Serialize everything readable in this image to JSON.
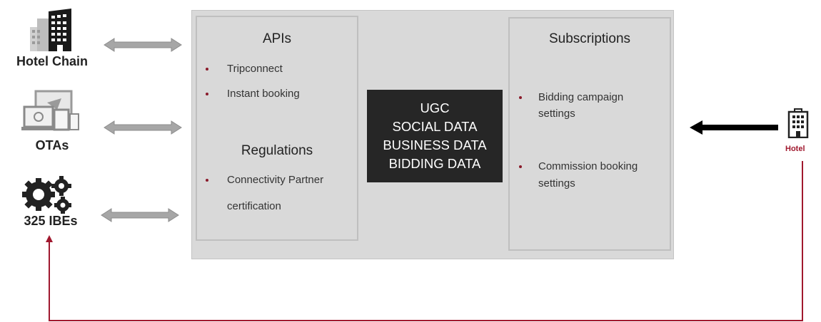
{
  "left_entities": [
    {
      "label": "Hotel Chain",
      "icon": "building-icon"
    },
    {
      "label": "OTAs",
      "icon": "devices-icon"
    },
    {
      "label": "325 IBEs",
      "icon": "gears-icon"
    }
  ],
  "apis": {
    "heading": "APIs",
    "items": [
      "Tripconnect",
      "Instant booking"
    ]
  },
  "regulations": {
    "heading": "Regulations",
    "items": [
      "Connectivity Partner",
      "certification"
    ]
  },
  "core": {
    "lines": [
      "UGC",
      "SOCIAL DATA",
      "BUSINESS DATA",
      "BIDDING DATA"
    ]
  },
  "subscriptions": {
    "heading": "Subscriptions",
    "items": [
      [
        "Bidding campaign",
        "settings"
      ],
      [
        "Commission booking",
        "settings"
      ]
    ]
  },
  "hotel": {
    "label": "Hotel",
    "icon": "hotel-building-icon"
  },
  "colors": {
    "accent": "#a0182e",
    "core_bg": "#262626",
    "platform_bg": "#d9d9d9",
    "arrow_gray": "#a6a6a6"
  }
}
